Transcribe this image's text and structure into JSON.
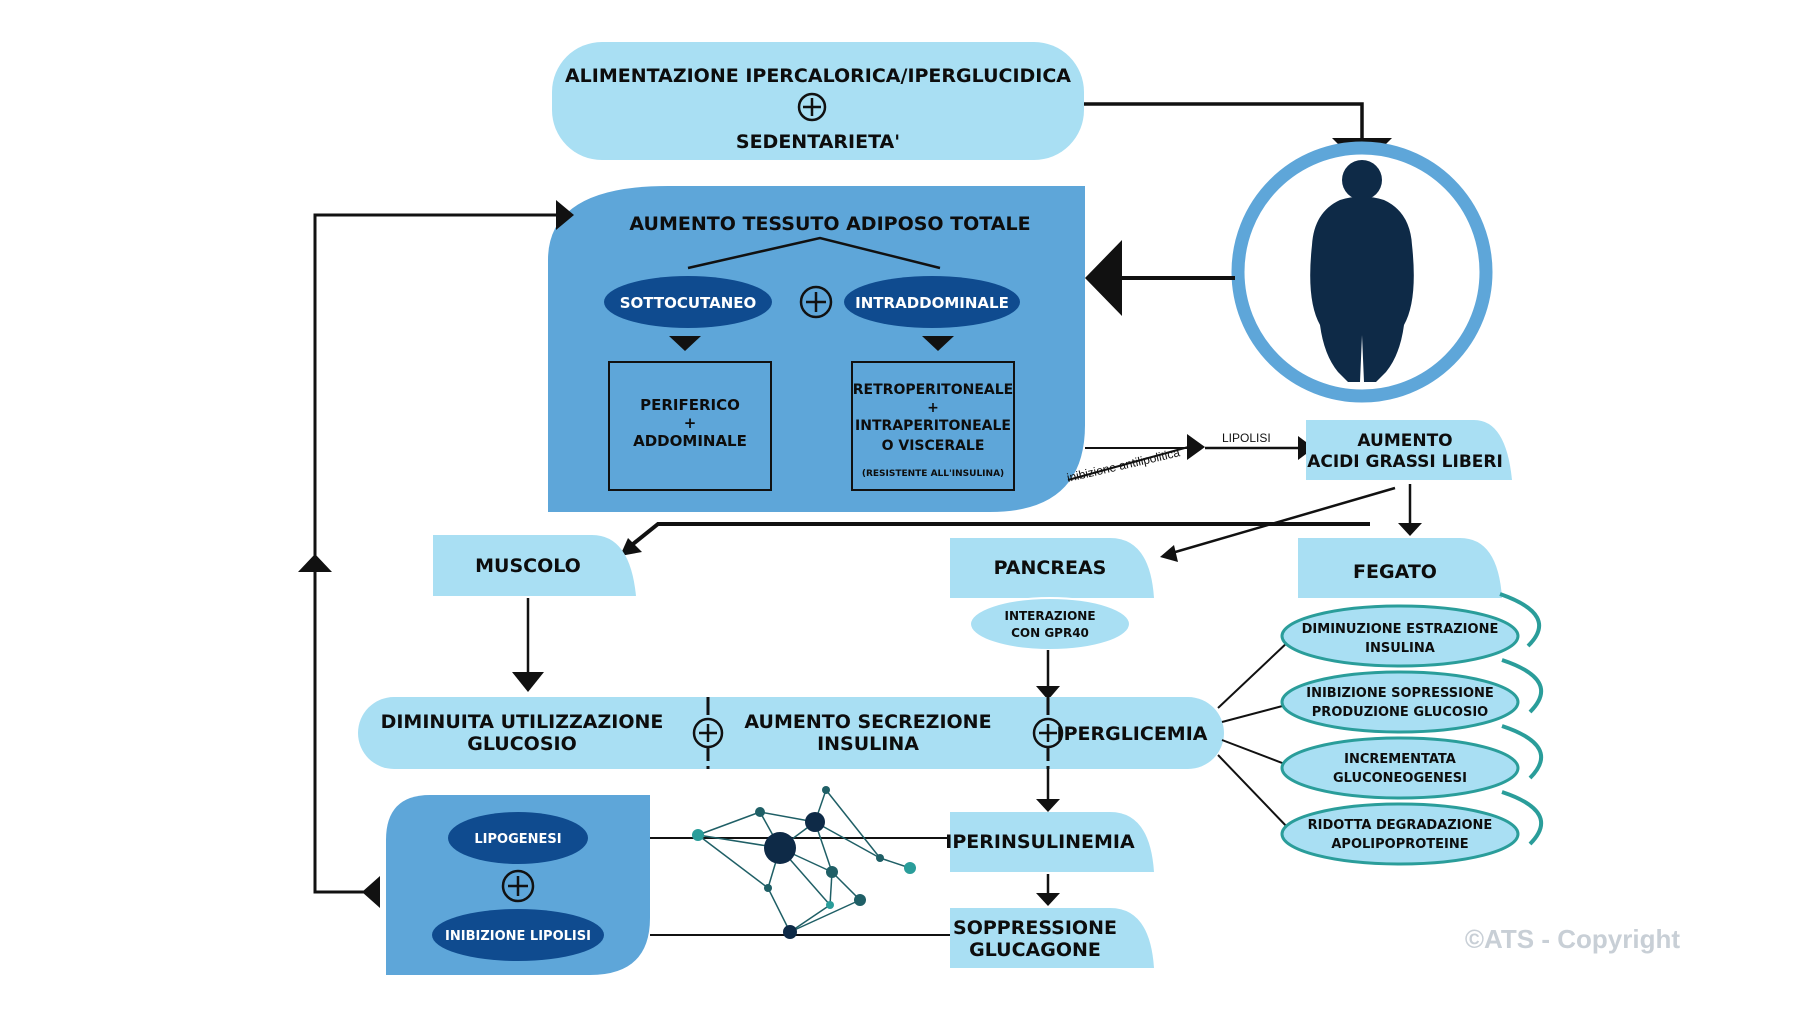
{
  "colors": {
    "light_blue": "#a9dff3",
    "mid_blue": "#5ea6d9",
    "dark_blue": "#0f4b8f",
    "navy": "#0e2a47",
    "node_teal": "#2a9d9a",
    "arrow": "#111111"
  },
  "top": {
    "line1": "ALIMENTAZIONE IPERCALORICA/IPERGLUCIDICA",
    "plus": "+",
    "line2": "SEDENTARIETA'"
  },
  "adipose": {
    "title": "AUMENTO TESSUTO ADIPOSO TOTALE",
    "sub_left": "SOTTOCUTANEO",
    "sub_right": "INTRADDOMINALE",
    "left_box": [
      "PERIFERICO",
      "+",
      "ADDOMINALE"
    ],
    "right_box": [
      "RETROPERITONEALE",
      "+",
      "INTRAPERITONEALE",
      "O  VISCERALE"
    ],
    "right_box_note": "(RESISTENTE  ALL'INSULINA)"
  },
  "person_icon": "obese-person-silhouette-icon",
  "labels": {
    "lipolisi": "LIPOLISI",
    "inibizione": "inibizione antilipolitica"
  },
  "ffa": [
    "AUMENTO",
    "ACIDI GRASSI LIBERI"
  ],
  "organs": {
    "muscolo": "MUSCOLO",
    "pancreas": "PANCREAS",
    "fegato": "FEGATO"
  },
  "gpr40": [
    "INTERAZIONE",
    "CON  GPR40"
  ],
  "bar": {
    "left": [
      "DIMINUITA UTILIZZAZIONE",
      "GLUCOSIO"
    ],
    "middle": [
      "AUMENTO SECREZIONE",
      "INSULINA"
    ],
    "right": "IPERGLICEMIA"
  },
  "liver_effects": [
    [
      "DIMINUZIONE  ESTRAZIONE",
      "INSULINA"
    ],
    [
      "INIBIZIONE  SOPRESSIONE",
      "PRODUZIONE  GLUCOSIO"
    ],
    [
      "INCREMENTATA",
      "GLUCONEOGENESI"
    ],
    [
      "RIDOTTA  DEGRADAZIONE",
      "APOLIPOPROTEINE"
    ]
  ],
  "iperinsulinemia": "IPERINSULINEMIA",
  "soppressione": [
    "SOPPRESSIONE",
    "GLUCAGONE"
  ],
  "bottom_left": {
    "lipogenesi": "LIPOGENESI",
    "inibizione": "INIBIZIONE  LIPOLISI"
  },
  "copyright": "©ATS - Copyright"
}
